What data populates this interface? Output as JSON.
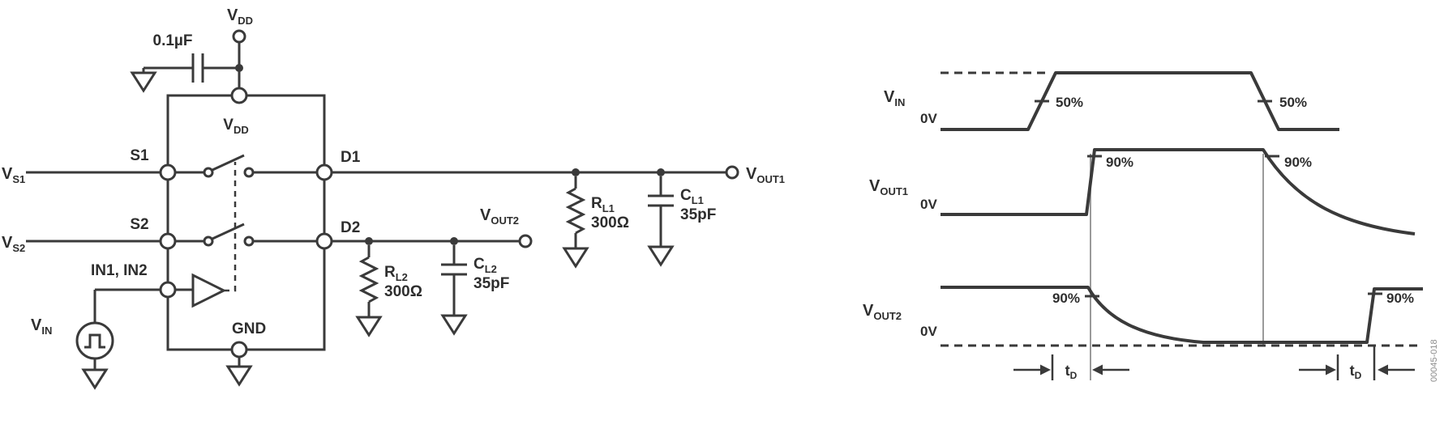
{
  "colors": {
    "ink": "#3a3a3a",
    "guide": "#9a9a9a",
    "code_gray": "#8c8c8c"
  },
  "schematic": {
    "vdd_top": {
      "main": "V",
      "sub": "DD"
    },
    "bypass_cap": "0.1µF",
    "pins": {
      "vdd": {
        "main": "V",
        "sub": "DD"
      },
      "s1": "S1",
      "s2": "S2",
      "d1": "D1",
      "d2": "D2",
      "in": "IN1, IN2",
      "gnd": "GND"
    },
    "sources": {
      "vs1": {
        "main": "V",
        "sub": "S1"
      },
      "vs2": {
        "main": "V",
        "sub": "S2"
      },
      "vin": {
        "main": "V",
        "sub": "IN"
      }
    },
    "outputs": {
      "vout1": {
        "main": "V",
        "sub": "OUT1"
      },
      "vout2": {
        "main": "V",
        "sub": "OUT2"
      }
    },
    "loads": {
      "rl1": {
        "main": "R",
        "sub": "L1",
        "value": "300Ω"
      },
      "rl2": {
        "main": "R",
        "sub": "L2",
        "value": "300Ω"
      },
      "cl1": {
        "main": "C",
        "sub": "L1",
        "value": "35pF"
      },
      "cl2": {
        "main": "C",
        "sub": "L2",
        "value": "35pF"
      }
    }
  },
  "timing": {
    "vin": {
      "label": {
        "main": "V",
        "sub": "IN"
      },
      "zero": "0V",
      "rise": "50%",
      "fall": "50%"
    },
    "vout1": {
      "label": {
        "main": "V",
        "sub": "OUT1"
      },
      "zero": "0V",
      "rise": "90%",
      "fall": "90%"
    },
    "vout2": {
      "label": {
        "main": "V",
        "sub": "OUT2"
      },
      "zero": "0V",
      "fall": "90%",
      "rise": "90%"
    },
    "td_left": {
      "main": "t",
      "sub": "D"
    },
    "td_right": {
      "main": "t",
      "sub": "D"
    }
  },
  "figure_code": "00045-018"
}
